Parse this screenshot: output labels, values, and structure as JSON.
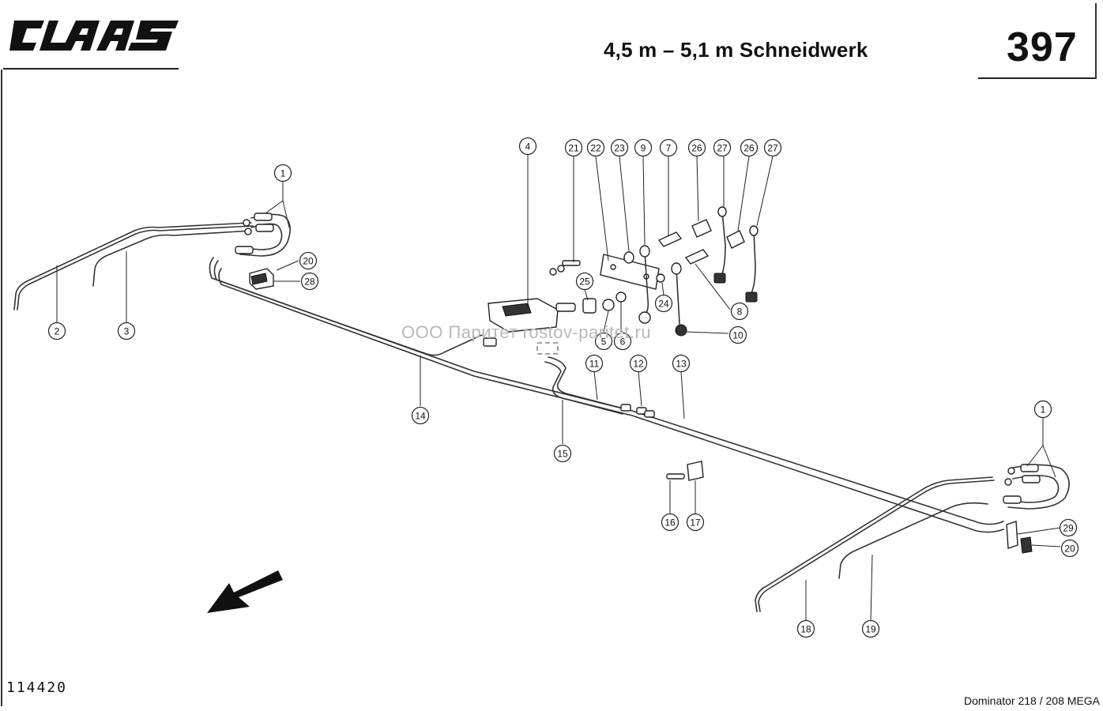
{
  "header": {
    "brand": "CLAAS",
    "title": "4,5 m – 5,1 m Schneidwerk",
    "page_number": "397"
  },
  "footer": {
    "drawing_number": "114420",
    "model": "Dominator 218 / 208 MEGA"
  },
  "watermark": "ООО Паритет rostov-paritet.ru",
  "callouts": [
    "1",
    "2",
    "3",
    "20",
    "28",
    "4",
    "21",
    "22",
    "23",
    "9",
    "7",
    "26",
    "27",
    "26",
    "27",
    "8",
    "10",
    "24",
    "25",
    "5",
    "6",
    "11",
    "12",
    "13",
    "14",
    "15",
    "16",
    "17",
    "1",
    "29",
    "20",
    "18",
    "19"
  ]
}
